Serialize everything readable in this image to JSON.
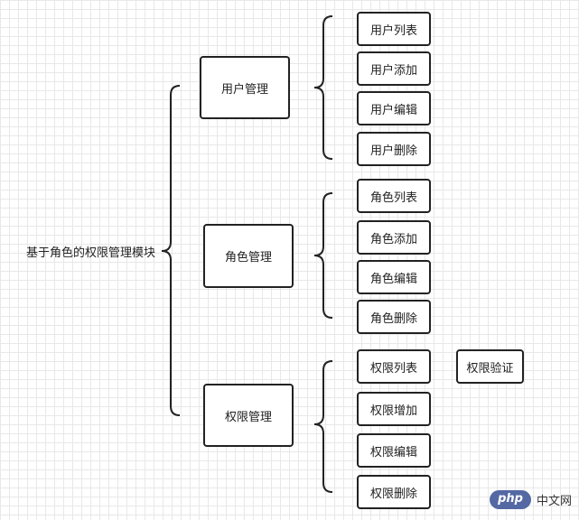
{
  "root": {
    "label": "基于角色的权限管理模块"
  },
  "modules": [
    {
      "label": "用户管理",
      "children": [
        "用户列表",
        "用户添加",
        "用户编辑",
        "用户删除"
      ]
    },
    {
      "label": "角色管理",
      "children": [
        "角色列表",
        "角色添加",
        "角色编辑",
        "角色删除"
      ]
    },
    {
      "label": "权限管理",
      "children": [
        "权限列表",
        "权限增加",
        "权限编辑",
        "权限删除"
      ]
    }
  ],
  "extra": {
    "label": "权限验证"
  },
  "watermark": {
    "logo": "php",
    "text": "中文网"
  },
  "colors": {
    "stroke": "#222222",
    "grid": "#e8e8e8",
    "watermark": "#5469a4"
  }
}
